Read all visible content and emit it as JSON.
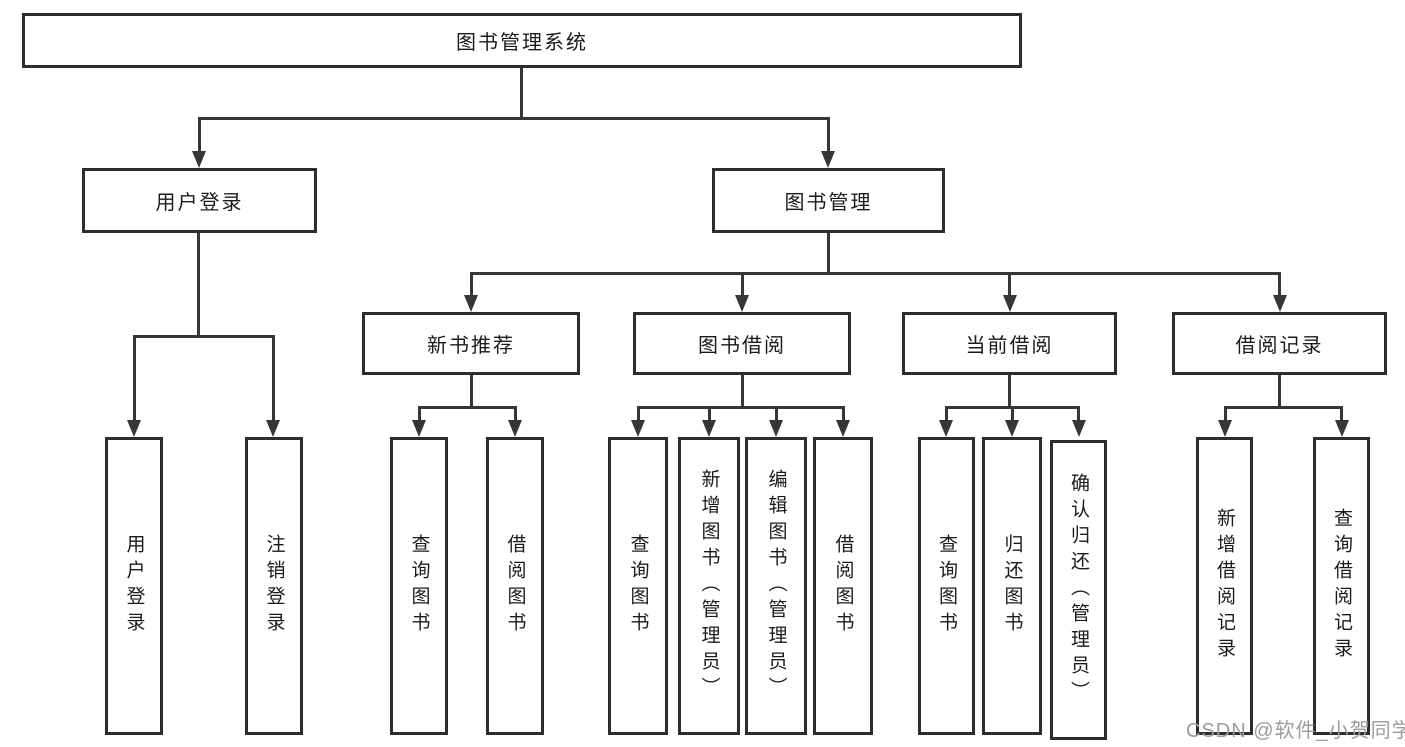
{
  "diagram": {
    "root": {
      "label": "图书管理系统"
    },
    "level2": [
      {
        "label": "用户登录"
      },
      {
        "label": "图书管理"
      }
    ],
    "level3": [
      {
        "label": "新书推荐"
      },
      {
        "label": "图书借阅"
      },
      {
        "label": "当前借阅"
      },
      {
        "label": "借阅记录"
      }
    ],
    "leaves": {
      "user_login": [
        "用户登录",
        "注销登录"
      ],
      "new_book": [
        "查询图书",
        "借阅图书"
      ],
      "borrow": [
        "查询图书",
        "新增图书（管理员）",
        "编辑图书（管理员）",
        "借阅图书"
      ],
      "current": [
        "查询图书",
        "归还图书",
        "确认归还（管理员）"
      ],
      "records": [
        "新增借阅记录",
        "查询借阅记录"
      ]
    }
  },
  "watermark": {
    "text": "CSDN @软件_小贺同学",
    "color": "#9c9c9c"
  },
  "colors": {
    "line": "#363636",
    "box_border": "#2d2d2d",
    "text": "#1b1b1b",
    "background": "#ffffff"
  }
}
